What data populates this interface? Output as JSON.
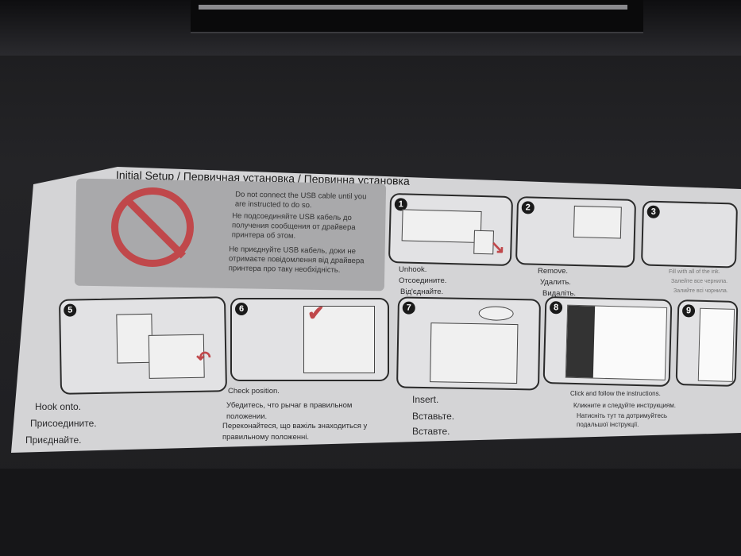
{
  "title": "Initial Setup / Первичная установка / Первинна установка",
  "warning": {
    "en": "Do not connect the USB cable until you are instructed to do so.",
    "ru": "Не подсоединяйте USB кабель до получения сообщения от драйвера принтера об этом.",
    "uk": "Не приєднуйте USB кабель, доки не отримаєте повідомлення від драйвера принтера про таку необхідність.",
    "icon": "no-usb-prohibited-icon"
  },
  "steps": [
    {
      "num": "1",
      "en": "Unhook.",
      "ru": "Отсоедините.",
      "uk": "Від'єднайте."
    },
    {
      "num": "2",
      "en": "Remove.",
      "ru": "Удалить.",
      "uk": "Видаліть."
    },
    {
      "num": "3",
      "en": "Fill with all of the ink.",
      "ru": "Залейте все чернила.",
      "uk": "Залийте всі чорнила."
    },
    {
      "num": "5",
      "en": "Hook onto.",
      "ru": "Присоедините.",
      "uk": "Приєднайте."
    },
    {
      "num": "6",
      "en": "Check position.",
      "ru": "Убедитесь, что рычаг в правильном положении.",
      "uk": "Переконайтеся, що важіль знаходиться у правильному положенні."
    },
    {
      "num": "7",
      "en": "Insert.",
      "ru": "Вставьте.",
      "uk": "Вставте."
    },
    {
      "num": "8",
      "en": "Click and follow the instructions.",
      "ru": "Кликните и следуйте инструкциям.",
      "uk": "Натисніть тут та дотримуйтесь подальшої інструкції."
    },
    {
      "num": "9"
    }
  ],
  "colors": {
    "accent": "#c0484b",
    "sticker": "#d4d4d6"
  }
}
